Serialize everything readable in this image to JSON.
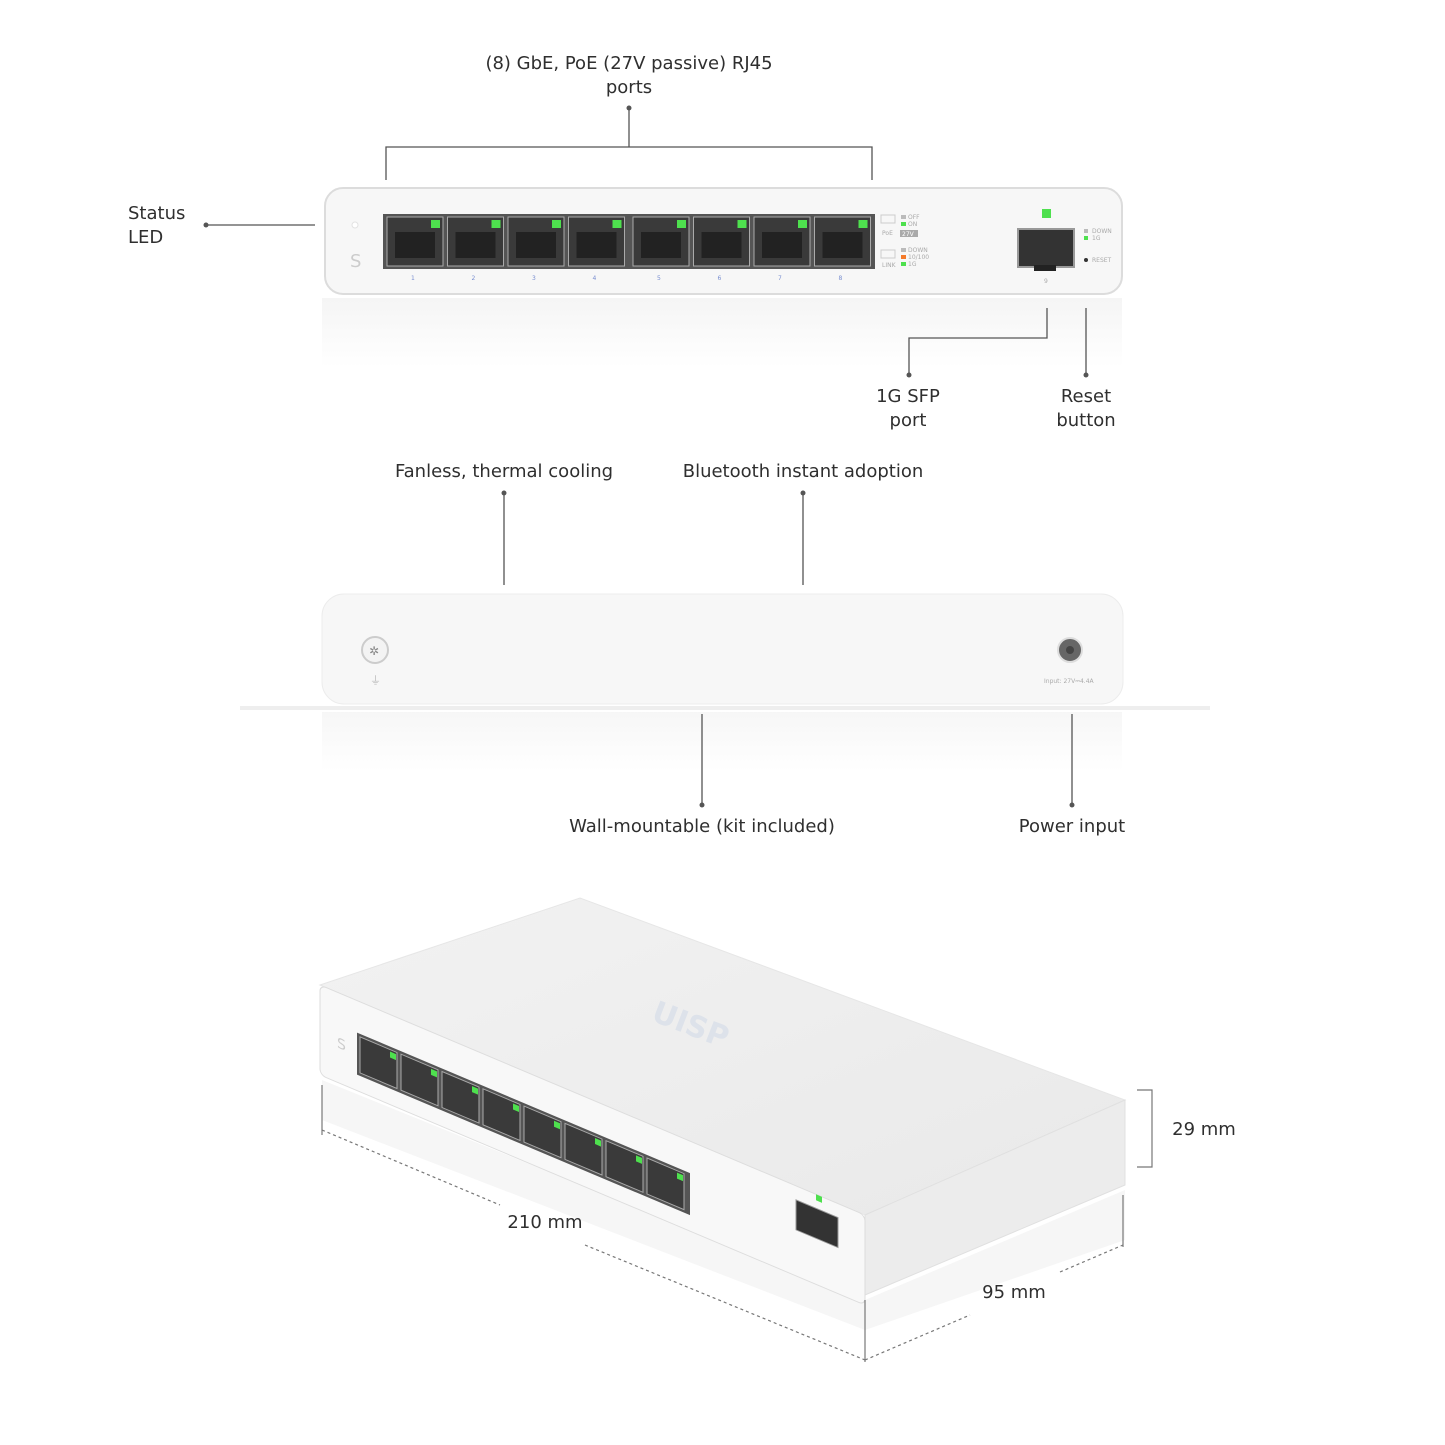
{
  "callouts": {
    "ports": "(8) GbE, PoE (27V passive) RJ45\nports",
    "status_led": "Status\nLED",
    "sfp": "1G SFP\nport",
    "reset": "Reset\nbutton",
    "cooling": "Fanless, thermal cooling",
    "bluetooth": "Bluetooth instant adoption",
    "wall_mount": "Wall-mountable (kit included)",
    "power": "Power input"
  },
  "dimensions": {
    "width": "210 mm",
    "depth": "95 mm",
    "height": "29 mm"
  },
  "device": {
    "logo_letter": "S",
    "brand": "UISP",
    "port_numbers": [
      "1",
      "2",
      "3",
      "4",
      "5",
      "6",
      "7",
      "8"
    ],
    "sfp_number": "9",
    "poe_legend": {
      "title": "PoE",
      "off": "OFF",
      "on": "ON",
      "voltage": "27V"
    },
    "link_legend": {
      "title": "LINK",
      "down": "DOWN",
      "mid": "10/100",
      "gig": "1G"
    },
    "sfp_legend": {
      "down": "DOWN",
      "gig": "1G"
    },
    "reset_label": "RESET",
    "power_rating": "Input: 27V⎓4.4A"
  },
  "colors": {
    "led_green": "#4ee04e",
    "led_orange": "#f47a2a",
    "body": "#f4f4f4"
  }
}
